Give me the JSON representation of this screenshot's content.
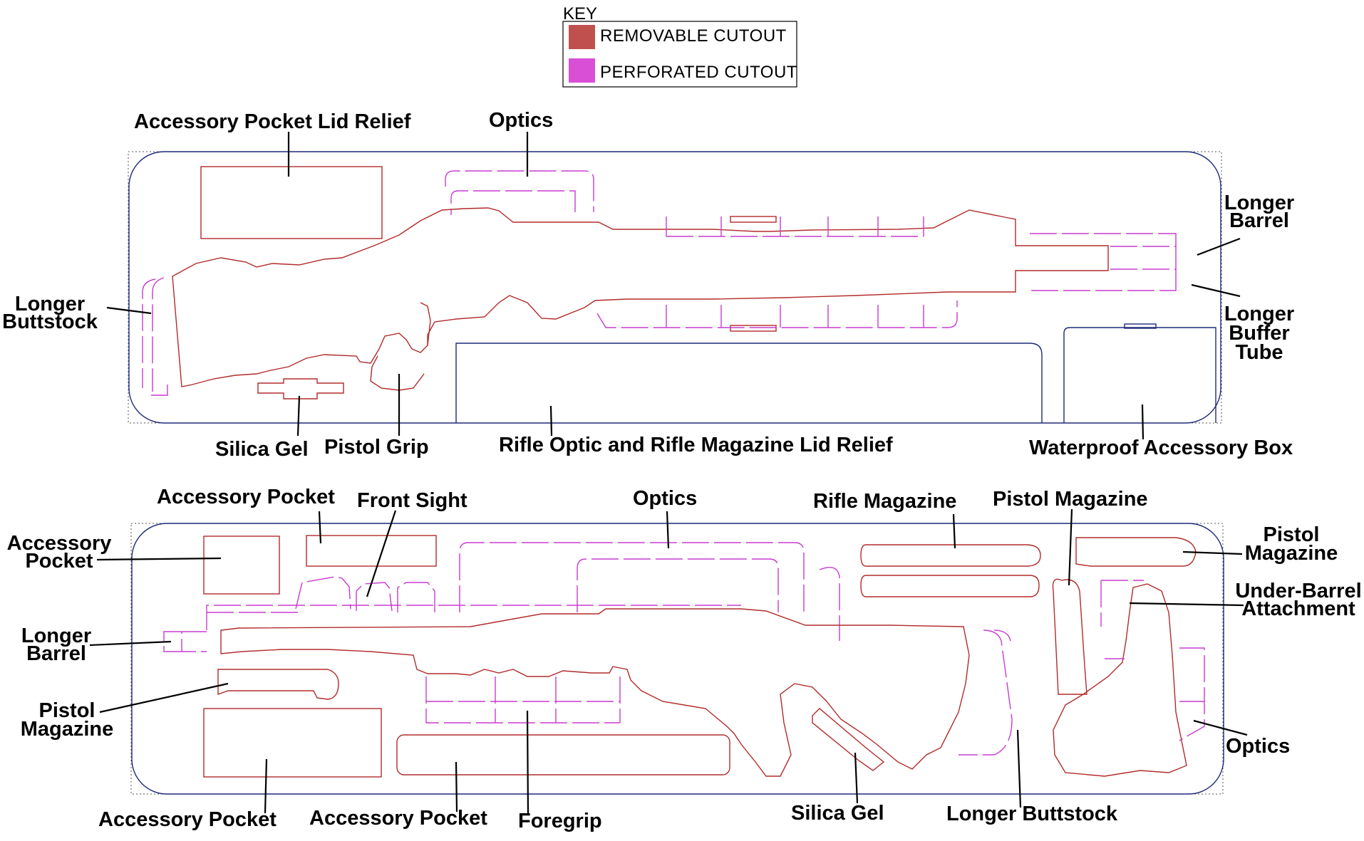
{
  "key": {
    "title": "KEY",
    "items": [
      {
        "label": "REMOVABLE CUTOUT",
        "color": "#c0504d"
      },
      {
        "label": "PERFORATED CUTOUT",
        "color": "#d94fd6"
      }
    ]
  },
  "colors": {
    "removable_stroke": "#b22b2b",
    "perforated_stroke": "#c73bcf",
    "board_outline": "#1e2a78"
  },
  "top_board": {
    "labels": {
      "accessory_pocket_lid_relief": "Accessory Pocket Lid Relief",
      "optics": "Optics",
      "longer_barrel_1": "Longer",
      "longer_barrel_2": "Barrel",
      "longer_buttstock_1": "Longer",
      "longer_buttstock_2": "Buttstock",
      "longer_buffer_tube_1": "Longer",
      "longer_buffer_tube_2": "Buffer",
      "longer_buffer_tube_3": "Tube",
      "silica_gel": "Silica Gel",
      "pistol_grip": "Pistol Grip",
      "rifle_optic_lid_relief": "Rifle Optic and Rifle Magazine Lid Relief",
      "waterproof_accessory_box": "Waterproof Accessory Box"
    }
  },
  "bottom_board": {
    "labels": {
      "accessory_pocket_top": "Accessory Pocket",
      "front_sight": "Front Sight",
      "optics_top": "Optics",
      "rifle_magazine": "Rifle Magazine",
      "pistol_magazine_top": "Pistol Magazine",
      "accessory_pocket_left_1": "Accessory",
      "accessory_pocket_left_2": "Pocket",
      "pistol_magazine_right_1": "Pistol",
      "pistol_magazine_right_2": "Magazine",
      "under_barrel_1": "Under-Barrel",
      "under_barrel_2": "Attachment",
      "longer_barrel_1": "Longer",
      "longer_barrel_2": "Barrel",
      "pistol_magazine_left_1": "Pistol",
      "pistol_magazine_left_2": "Magazine",
      "optics_right": "Optics",
      "accessory_pocket_bottom_1": "Accessory Pocket",
      "accessory_pocket_bottom_2": "Accessory Pocket",
      "foregrip": "Foregrip",
      "silica_gel": "Silica Gel",
      "longer_buttstock": "Longer Buttstock"
    }
  }
}
